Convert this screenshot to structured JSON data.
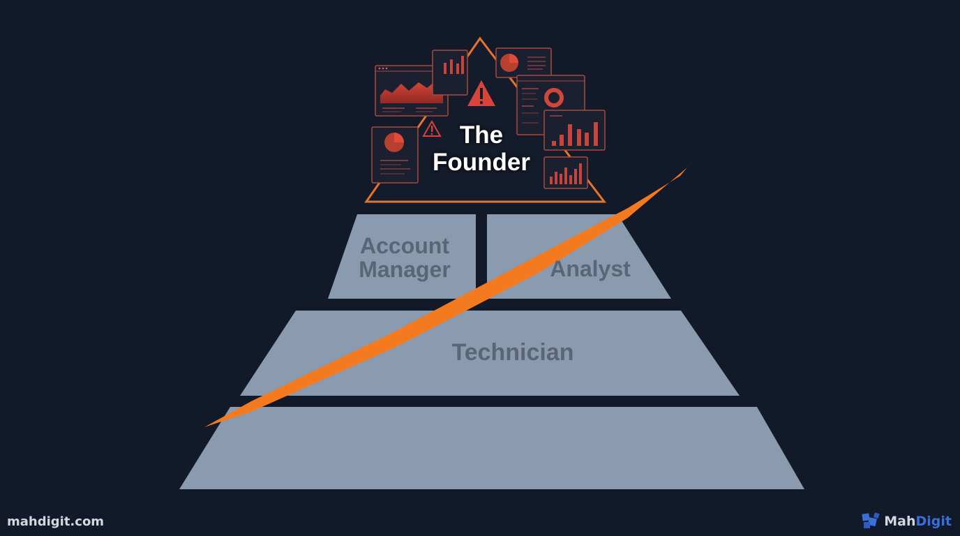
{
  "diagram": {
    "type": "pyramid",
    "apex": {
      "label_line1": "The",
      "label_line2": "Founder"
    },
    "tiers": [
      {
        "label_line1": "Account",
        "label_line2": "Manager"
      },
      {
        "label": "Analyst"
      },
      {
        "label": "Technician"
      },
      {
        "label": ""
      }
    ],
    "slash_annotation": "orange-diagonal-slash"
  },
  "colors": {
    "background": "#121a2a",
    "tier_fill": "#8a9bb0",
    "tier_text": "#5a6676",
    "apex_outline": "#e8742a",
    "slash": "#f47a20",
    "dashboard_accent": "#d9443a"
  },
  "footer": {
    "website": "mahdigit.com",
    "brand_part1": "Mah",
    "brand_part2": "Digit"
  }
}
